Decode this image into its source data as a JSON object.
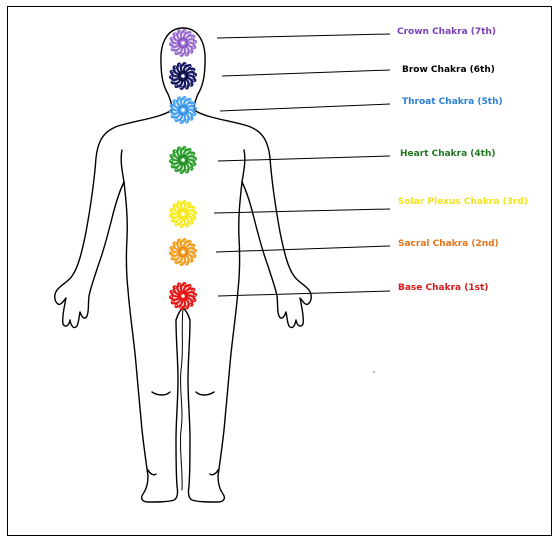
{
  "chakras": [
    {
      "id": "crown",
      "label": "Crown Chakra (7th)",
      "color": "#7a3fb5",
      "fill": "#9b6fd0"
    },
    {
      "id": "brow",
      "label": "Brow Chakra (6th)",
      "color": "#000000",
      "fill": "#1a1a66"
    },
    {
      "id": "throat",
      "label": "Throat Chakra (5th)",
      "color": "#2a7fd8",
      "fill": "#4aa3f0"
    },
    {
      "id": "heart",
      "label": "Heart Chakra (4th)",
      "color": "#1f7a1f",
      "fill": "#2fa02f"
    },
    {
      "id": "solar",
      "label": "Solar Plexus Chakra (3rd)",
      "color": "#f2e21a",
      "fill": "#f5ea1e"
    },
    {
      "id": "sacral",
      "label": "Sacral Chakra (2nd)",
      "color": "#e8741a",
      "fill": "#f0a020"
    },
    {
      "id": "base",
      "label": "Base Chakra (1st)",
      "color": "#e01818",
      "fill": "#e81818"
    }
  ]
}
